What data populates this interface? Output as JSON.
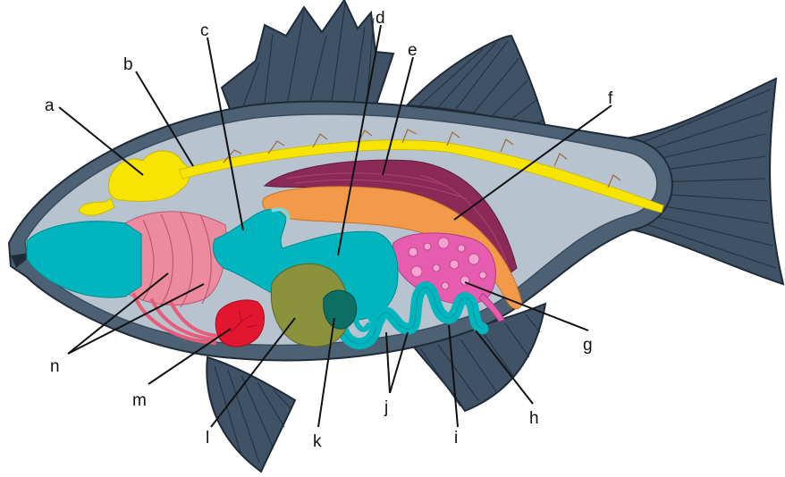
{
  "diagram": {
    "labels": [
      "a",
      "b",
      "c",
      "d",
      "e",
      "f",
      "g",
      "h",
      "i",
      "j",
      "k",
      "l",
      "m",
      "n"
    ]
  },
  "colors": {
    "fin": "#3f5266",
    "fin_outline": "#1f2b38",
    "body_cavity": "#b7c3cf",
    "body_wall": "#4d6174",
    "brain_nerve": "#f7e400",
    "kidney": "#8c2a57",
    "swim_bladder": "#f39a4a",
    "digestive": "#00b5bd",
    "gonad": "#e65cae",
    "gills": "#ec8aa0",
    "heart": "#e3162f",
    "liver": "#8a923b",
    "spleen": "#0d6e66"
  }
}
